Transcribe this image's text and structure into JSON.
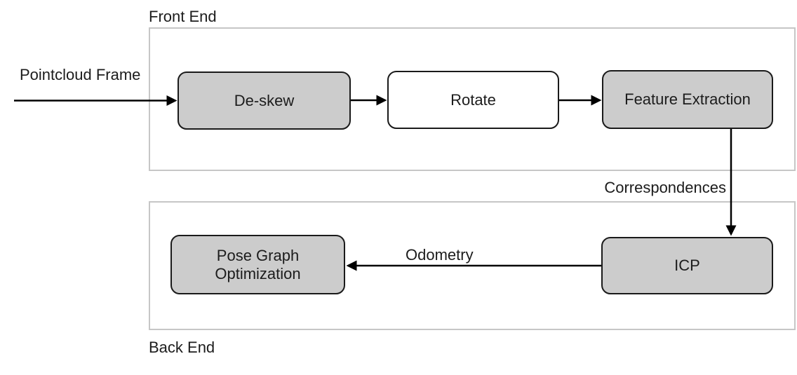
{
  "diagram": {
    "front_end_label": "Front End",
    "back_end_label": "Back End",
    "input_label": "Pointcloud Frame",
    "nodes": [
      {
        "id": "de-skew",
        "label": "De-skew"
      },
      {
        "id": "rotate",
        "label": "Rotate"
      },
      {
        "id": "feature-extraction",
        "label": "Feature Extraction"
      },
      {
        "id": "icp",
        "label": "ICP"
      },
      {
        "id": "pose-graph-optimization",
        "label": "Pose Graph Optimization"
      }
    ],
    "edge_labels": {
      "correspondences": "Correspondences",
      "odometry": "Odometry"
    },
    "colors": {
      "node_fill_gray": "#cccccc",
      "node_fill_white": "#ffffff",
      "node_border": "#1a1a1a",
      "container_border": "#c6c6c6",
      "arrow": "#000000",
      "text": "#1c1c1c",
      "background": "#ffffff"
    }
  }
}
